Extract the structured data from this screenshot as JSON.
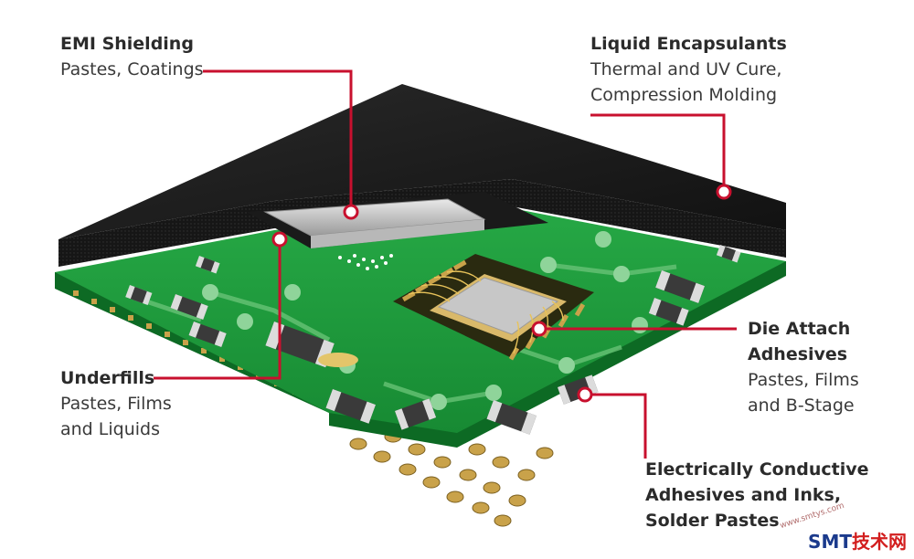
{
  "labels": {
    "emi": {
      "title": "EMI Shielding",
      "sub1": "Pastes, Coatings"
    },
    "liquid": {
      "title": "Liquid Encapsulants",
      "sub1": "Thermal and UV Cure,",
      "sub2": "Compression Molding"
    },
    "underfill": {
      "title": "Underfills",
      "sub1": "Pastes, Films",
      "sub2": "and Liquids"
    },
    "dieattach": {
      "title1": "Die Attach",
      "title2": "Adhesives",
      "sub1": "Pastes, Films",
      "sub2": "and B-Stage"
    },
    "eca": {
      "title1": "Electrically Conductive",
      "title2": "Adhesives and Inks,",
      "title3": "Solder Pastes"
    }
  },
  "watermark": {
    "part1": "SMT",
    "part2": "技术网",
    "url": "www.smtys.com"
  },
  "colors": {
    "pcb_green": "#1f9a3a",
    "pcb_dark_green": "#117a2a",
    "mold_black": "#1c1c1c",
    "gold": "#c9a24a",
    "callout_red": "#c8102e",
    "text": "#2b2b2b"
  }
}
